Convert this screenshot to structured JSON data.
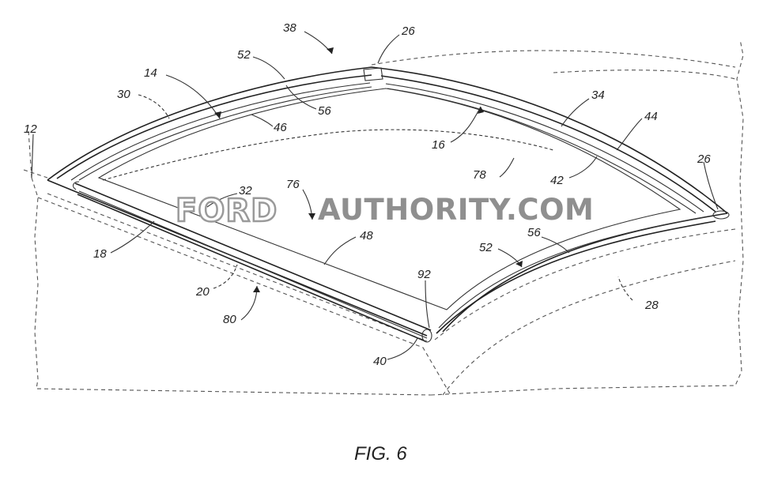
{
  "figure": {
    "caption": "FIG. 6",
    "watermark": {
      "brand": "FORD",
      "rest": "AUTHORITY.COM"
    },
    "reference_numerals": {
      "n12": "12",
      "n14": "14",
      "n16": "16",
      "n18": "18",
      "n20": "20",
      "n26a": "26",
      "n26b": "26",
      "n28": "28",
      "n30": "30",
      "n32": "32",
      "n34": "34",
      "n38": "38",
      "n40": "40",
      "n42": "42",
      "n44": "44",
      "n46": "46",
      "n48": "48",
      "n52a": "52",
      "n52b": "52",
      "n56a": "56",
      "n56b": "56",
      "n76": "76",
      "n78": "78",
      "n80": "80",
      "n92": "92"
    }
  }
}
